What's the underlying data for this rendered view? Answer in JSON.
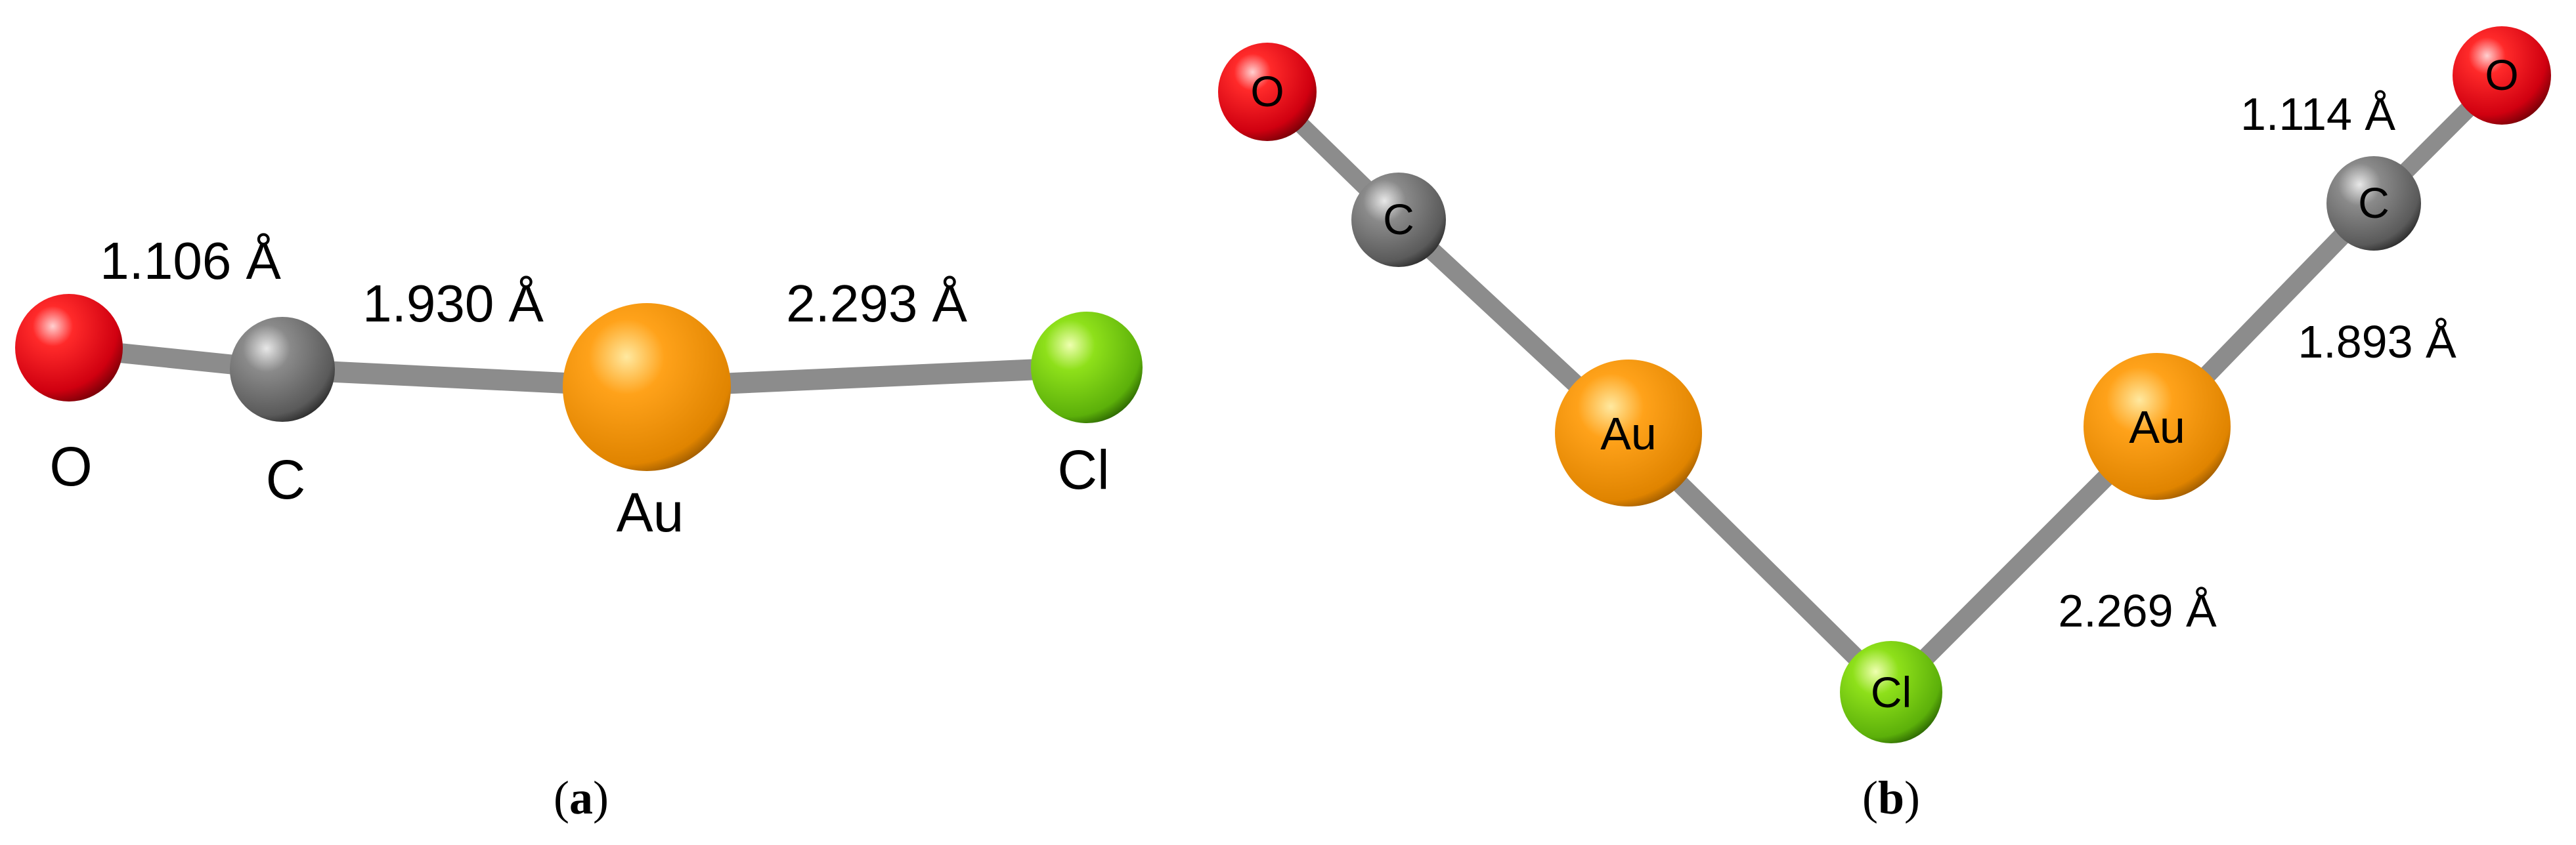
{
  "panels": [
    {
      "caption_letter": "a",
      "atoms": [
        {
          "element": "O",
          "label": "O",
          "color": "#e8101a"
        },
        {
          "element": "C",
          "label": "C",
          "color": "#6e6e6e"
        },
        {
          "element": "Au",
          "label": "Au",
          "color": "#f09010"
        },
        {
          "element": "Cl",
          "label": "Cl",
          "color": "#6ec811"
        }
      ],
      "bond_lengths": [
        "1.106 Å",
        "1.930 Å",
        "2.293 Å"
      ]
    },
    {
      "caption_letter": "b",
      "atoms": [
        {
          "element": "O",
          "label": "O",
          "color": "#e8101a"
        },
        {
          "element": "C",
          "label": "C",
          "color": "#6e6e6e"
        },
        {
          "element": "Au",
          "label": "Au",
          "color": "#f09010"
        },
        {
          "element": "Cl",
          "label": "Cl",
          "color": "#6ec811"
        },
        {
          "element": "Au",
          "label": "Au",
          "color": "#f09010"
        },
        {
          "element": "C",
          "label": "C",
          "color": "#6e6e6e"
        },
        {
          "element": "O",
          "label": "O",
          "color": "#e8101a"
        }
      ],
      "bond_lengths": [
        "1.114 Å",
        "1.893 Å",
        "2.269 Å"
      ]
    }
  ]
}
